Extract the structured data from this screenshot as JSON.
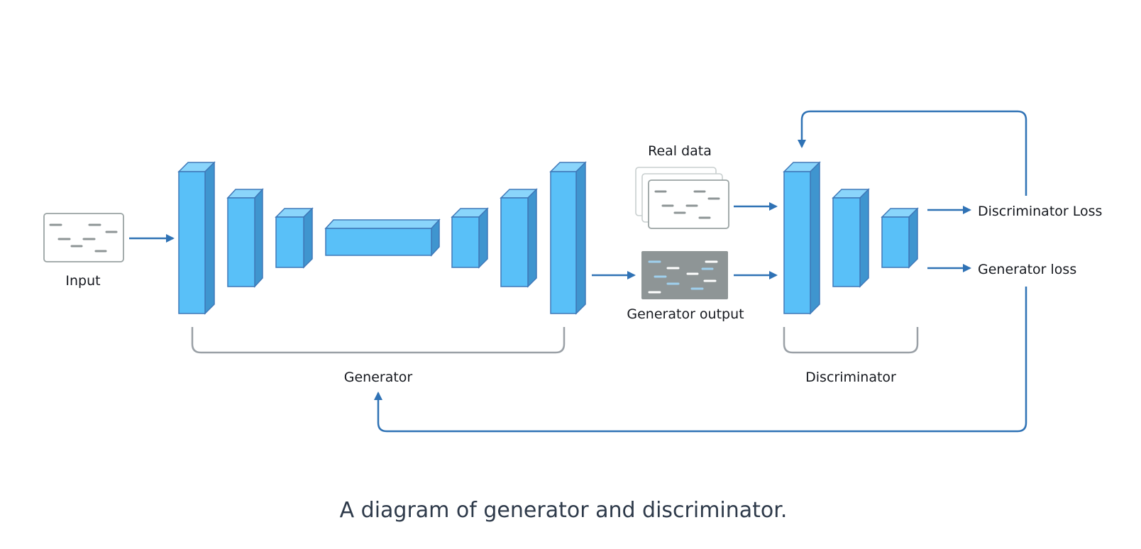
{
  "labels": {
    "input": "Input",
    "real_data": "Real data",
    "generator_output": "Generator output",
    "generator": "Generator",
    "discriminator": "Discriminator",
    "discriminator_loss": "Discriminator Loss",
    "generator_loss": "Generator loss"
  },
  "caption": "A diagram of generator and discriminator.",
  "colors": {
    "block": "#59c0f8",
    "arrow": "#2f72b5",
    "bracket": "#9aa0a6",
    "output_card": "#8e9596"
  }
}
